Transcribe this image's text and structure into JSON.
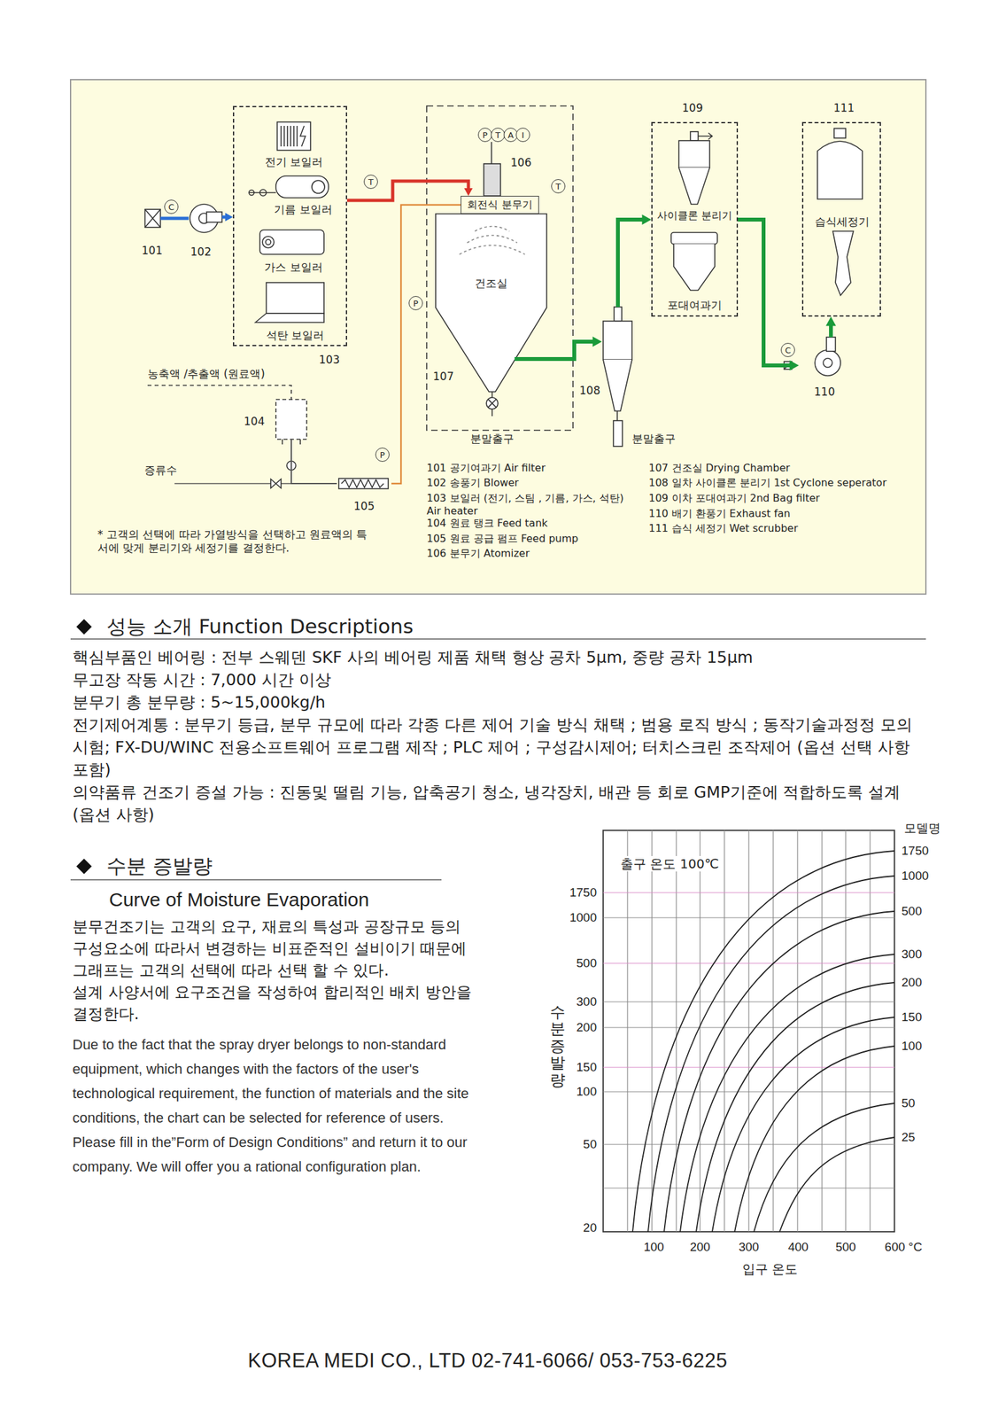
{
  "diagram": {
    "nodes": [
      {
        "text": [
          "103"
        ]
      },
      {
        "text": [
          "전기 보일러"
        ],
        "in": 0
      },
      {
        "text": [
          "기름 보일러"
        ],
        "in": 0
      },
      {
        "text": [
          "가스 보일러"
        ],
        "in": 0
      },
      {
        "text": [
          "석탄 보일러"
        ],
        "in": 0
      },
      {
        "text": [
          "102"
        ]
      },
      {
        "text": [
          "회전식 분무기"
        ]
      },
      {
        "text": [
          "건조실"
        ]
      },
      {
        "text": [
          "104"
        ]
      },
      {
        "text": [
          "105"
        ]
      },
      {
        "text": [
          "108"
        ]
      },
      {
        "text": [
          "109"
        ]
      },
      {
        "text": [
          "사이클론 분리기"
        ],
        "in": 11
      },
      {
        "text": [
          "포대여과기"
        ],
        "in": 11
      },
      {
        "text": [
          "110"
        ]
      },
      {
        "text": [
          "111"
        ]
      },
      {
        "text": [
          "습식세정기"
        ],
        "in": 15
      }
    ],
    "edges": [
      {
        "from": 5,
        "to": 0,
        "arrow": "to"
      },
      {
        "from": 0,
        "to": 6,
        "arrow": "to"
      },
      {
        "from": 8,
        "to": 9,
        "arrow": "none"
      },
      {
        "from": 9,
        "to": 6,
        "arrow": "none"
      },
      {
        "from": 7,
        "to": 10,
        "arrow": "to"
      },
      {
        "from": 10,
        "to": 11,
        "arrow": "to"
      },
      {
        "from": 11,
        "to": 14,
        "arrow": "to"
      },
      {
        "from": 14,
        "to": 15,
        "arrow": "to"
      }
    ],
    "labels": [
      "P",
      "T",
      "A",
      "I",
      "106",
      "C",
      "101",
      "T",
      "T",
      "P",
      "107",
      "농축액 /추출액 (원료액)",
      "분말출구",
      "분말출구",
      "C",
      "증류수",
      "P",
      "101 공기여과기 Air filter",
      "102 송풍기 Blower",
      "103 보일러 (전기, 스팀 , 기름, 가스, 석탄) Air heater",
      "104 원료 탱크 Feed tank",
      "105 원료 공급 펌프 Feed pump",
      "106 분무기 Atomizer",
      "107 건조실 Drying Chamber",
      "108 일차 사이클론 분리기 1st Cyclone seperator",
      "109 이차 포대여과기 2nd Bag filter",
      "110 배기 환풍기 Exhaust fan",
      "111 습식 세정기 Wet scrubber",
      "* 고객의 선택에 따라 가열방식을 선택하고 원료액의 특서에 맞게 분리기와 세정기를 결정한다.",
      "성능 소개 Function Descriptions",
      "핵심부품인 베어링 : 전부 스웨덴 SKF 사의 베어링 제품 채택 형상 공차 5μm, 중량 공차 15μm",
      "무고장 작동 시간 : 7,000 시간 이상",
      "분무기 총 분무량 : 5~15,000kg/h",
      "전기제어계통 : 분무기 등급, 분무 규모에 따라 각종 다른 제어 기술 방식 채택 ; 범용 로직 방식 ; 동작기술과정정 모의시험; FX-DU/WINC 전용소프트웨어 프로그램 제작 ; PLC 제어 ; 구성감시제어; 터치스크린 조작제어 (옵션 선택 사항 포함)",
      "의약품류 건조기 증설 가능 : 진동및 떨림 기능, 압축공기 청소, 냉각장치, 배관 등 회로 GMP기준에 적합하도록 설계 (옵션 사항)",
      "수분 증발량",
      "Curve of Moisture Evaporation",
      "분무건조기는 고객의 요구, 재료의 특성과 공장규모 등의 구성요소에 따라서 변경하는 비표준적인 설비이기 때문에 그래프는 고객의 선택에 따라 선택 할 수 있다.",
      "설계 사양서에 요구조건을 작성하여 합리적인 배치 방안을 결정한다.",
      "Due to the fact that the spray dryer belongs to non-standard equipment, which changes with the factors of the user's technological requirement, the function of materials and the site conditions, the chart can be selected for reference of users. Please fill in the”Form of Design Conditions” and return it to our company. We will offer you a rational configuration plan.",
      "출구 온도 100℃",
      "모델명",
      "1750",
      "1000",
      "500",
      "300",
      "200",
      "150",
      "100",
      "50",
      "20",
      "100",
      "200",
      "300",
      "400",
      "500",
      "600 °C",
      "입구 온도",
      "수분증발량",
      "1750",
      "1000",
      "500",
      "300",
      "200",
      "150",
      "100",
      "50",
      "25",
      "KOREA MEDI CO., LTD  02-741-6066/ 053-753-6225"
    ]
  }
}
